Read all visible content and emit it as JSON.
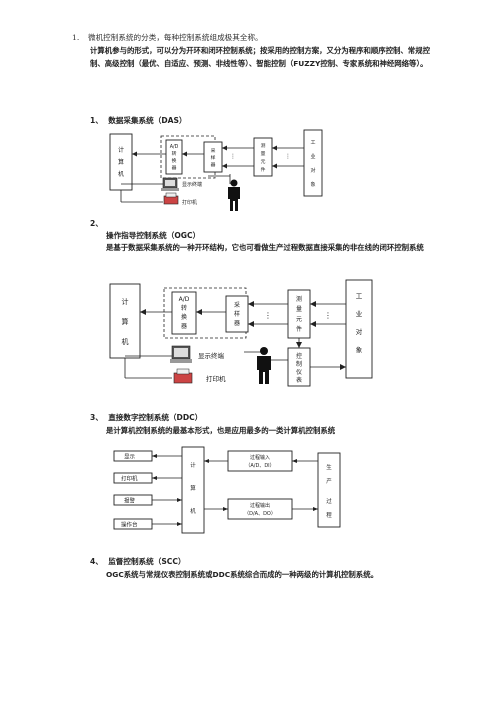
{
  "question": {
    "number": "1.",
    "text": "微机控制系统的分类，每种控制系统组成极其全称。"
  },
  "intro": "计算机参与的形式，可以分为开环和闭环控制系统；按采用的控制方案，又分为程序和顺序控制、常规控制、高级控制（最优、自适应、预测、非线性等）、智能控制（FUZZY控制、专家系统和神经网络等）。",
  "sections": [
    {
      "num": "1、",
      "title": "数据采集系统（DAS）",
      "desc": ""
    },
    {
      "num": "2、",
      "title": "操作指导控制系统（OGC）",
      "desc": "是基于数据采集系统的一种开环结构，它也可看做生产过程数据直接采集的非在线的闭环控制系统"
    },
    {
      "num": "3、",
      "title": "直接数字控制系统（DDC）",
      "desc": "是计算机控制系统的最基本形式，也是应用最多的一类计算机控制系统"
    },
    {
      "num": "4、",
      "title": "监督控制系统（SCC）",
      "desc": "OGC系统与常规仪表控制系统或DDC系统综合而成的一种两级的计算机控制系统。"
    }
  ],
  "diagram_das": {
    "computer": [
      "计",
      "算",
      "机"
    ],
    "ad": [
      "A/D",
      "转",
      "换",
      "器"
    ],
    "sampler": [
      "采",
      "样",
      "器"
    ],
    "measure": [
      "测",
      "量",
      "元",
      "件"
    ],
    "plant": [
      "工",
      "业",
      "对",
      "象"
    ],
    "display": "显示终端",
    "printer": "打印机"
  },
  "diagram_ogc": {
    "computer": [
      "计",
      "算",
      "机"
    ],
    "ad": [
      "A/D",
      "转",
      "换",
      "器"
    ],
    "sampler": [
      "采",
      "样",
      "器"
    ],
    "measure": [
      "测",
      "量",
      "元",
      "件"
    ],
    "plant": [
      "工",
      "业",
      "对",
      "象"
    ],
    "instrument": [
      "控",
      "制",
      "仪",
      "表"
    ],
    "display": "显示终端",
    "printer": "打印机"
  },
  "diagram_ddc": {
    "peripherals": [
      "显示",
      "打印机",
      "报警",
      "操作台"
    ],
    "computer": [
      "计",
      "算",
      "机"
    ],
    "input": [
      "过程输入",
      "（A/D、DI）"
    ],
    "output": [
      "过程输出",
      "（D/A、DO）"
    ],
    "process": [
      "生",
      "产",
      "过",
      "程"
    ]
  }
}
